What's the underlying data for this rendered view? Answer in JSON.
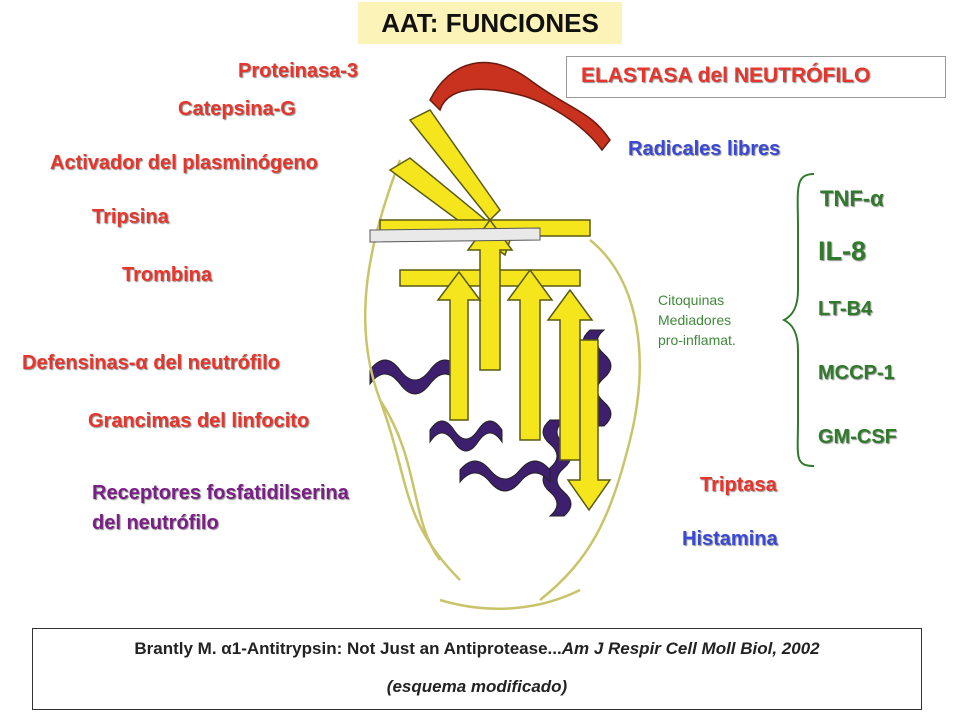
{
  "title": "AAT: FUNCIONES",
  "elastasa_label": "ELASTASA del NEUTRÓFILO",
  "left_labels": {
    "proteinasa3": "Proteinasa-3",
    "catepsinag": "Catepsina-G",
    "activador": "Activador del plasminógeno",
    "tripsina": "Tripsina",
    "trombina": "Trombina",
    "defensinas_prefix": "Defensinas-",
    "defensinas_alpha": "α",
    "defensinas_suffix": " del neutrófilo",
    "grancimas": "Grancimas del linfocito",
    "receptores_line1": "Receptores fosfatidilserina",
    "receptores_line2": "del neutrófilo"
  },
  "right_labels": {
    "radicales": "Radicales libres",
    "tnf_prefix": "TNF-",
    "tnf_alpha": "α",
    "il8": "IL-8",
    "ltb4": "LT-B4",
    "mccp1": "MCCP-1",
    "gmcsf": "GM-CSF",
    "triptasa": "Triptasa",
    "histamina": "Histamina"
  },
  "citoquinas": {
    "line1": "Citoquinas",
    "line2": "Mediadores",
    "line3": "pro-inflamat."
  },
  "reference": {
    "line1_prefix": "Brantly M. ",
    "alpha": "α",
    "line1_main": "1-Antitrypsin: Not Just an Antiprotease...",
    "journal": "Am J Respir Cell Moll Biol, 2002",
    "line2": "(esquema modificado)"
  },
  "colors": {
    "red_labels": "#e8352b",
    "purple_labels": "#7a1f86",
    "blue_labels": "#3a48d8",
    "green_labels": "#2f7a2b",
    "title_bg": "#fbf3b8",
    "sheet_yellow": "#f4e51c",
    "helix_purple": "#3d1f6e",
    "loop_red": "#c8321e"
  }
}
